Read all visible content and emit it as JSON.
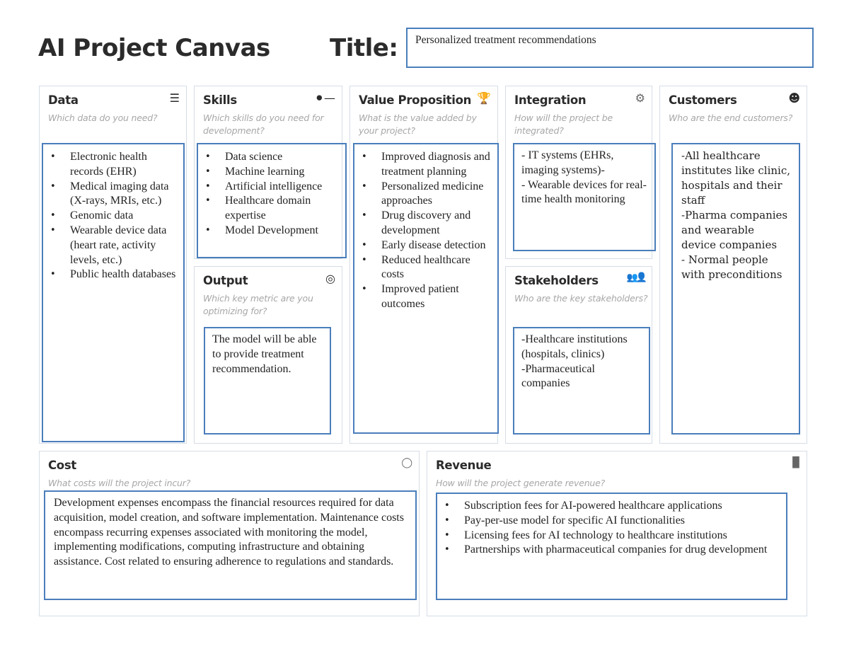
{
  "header": {
    "canvas_title": "AI Project Canvas",
    "title_label": "Title:",
    "title_value": "Personalized treatment recommendations"
  },
  "sections": {
    "data": {
      "heading": "Data",
      "subtitle": "Which data do you need?",
      "icon": "list-icon",
      "items": [
        "Electronic health records (EHR)",
        "Medical imaging data (X-rays, MRIs, etc.)",
        "Genomic data",
        "Wearable device data (heart rate, activity levels, etc.)",
        "Public health databases"
      ]
    },
    "skills": {
      "heading": "Skills",
      "subtitle": "Which skills do you need for development?",
      "icon": "key-icon",
      "items": [
        "Data science",
        "Machine learning",
        "Artificial intelligence",
        "Healthcare domain expertise",
        "Model Development"
      ]
    },
    "output": {
      "heading": "Output",
      "subtitle": "Which key metric are you optimizing for?",
      "icon": "target-icon",
      "text": "The model will be able to provide treatment recommendation."
    },
    "value_proposition": {
      "heading": "Value Proposition",
      "subtitle": "What is the value added by your project?",
      "icon": "trophy-icon",
      "items": [
        "Improved diagnosis and treatment planning",
        "Personalized medicine approaches",
        "Drug discovery and development",
        "Early disease detection",
        "Reduced healthcare costs",
        "Improved patient outcomes"
      ]
    },
    "integration": {
      "heading": "Integration",
      "subtitle": "How will the project be integrated?",
      "icon": "gear-icon",
      "text": "- IT systems (EHRs, imaging systems)-\n- Wearable devices for real-time health monitoring"
    },
    "stakeholders": {
      "heading": "Stakeholders",
      "subtitle": "Who are the key stakeholders?",
      "icon": "people-icon",
      "text": "-Healthcare institutions (hospitals, clinics)\n-Pharmaceutical companies"
    },
    "customers": {
      "heading": "Customers",
      "subtitle": "Who are the end customers?",
      "icon": "smiley-icon",
      "text": "-All healthcare institutes like clinic, hospitals and their staff\n-Pharma companies and wearable device companies\n- Normal people with preconditions"
    },
    "cost": {
      "heading": "Cost",
      "subtitle": "What costs will the project incur?",
      "icon": "money-icon",
      "text": "Development expenses encompass the financial resources required for data acquisition, model creation, and software implementation. Maintenance costs encompass recurring expenses associated with monitoring the model, implementing modifications, computing infrastructure and obtaining assistance. Cost related to ensuring adherence to regulations and standards."
    },
    "revenue": {
      "heading": "Revenue",
      "subtitle": "How will the project generate revenue?",
      "icon": "bar-chart-icon",
      "items": [
        "Subscription fees for AI-powered healthcare applications",
        "Pay-per-use model for specific AI functionalities",
        "Licensing fees for AI technology to healthcare institutions",
        "Partnerships with pharmaceutical companies for drug development"
      ]
    }
  }
}
